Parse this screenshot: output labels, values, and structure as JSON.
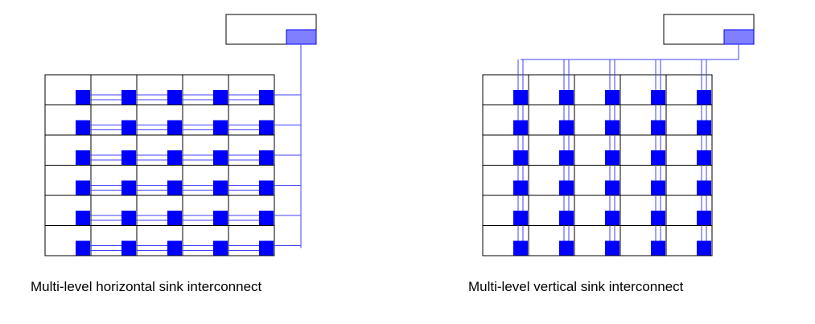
{
  "colors": {
    "cell_border": "#000000",
    "sink_block": "#0000ff",
    "source_tap": "#8080ff",
    "wire": "#4040ff",
    "background": "#ffffff"
  },
  "grid": {
    "rows": 6,
    "cols": 5
  },
  "diagrams": [
    {
      "id": "horizontal",
      "caption": "Multi-level horizontal sink interconnect"
    },
    {
      "id": "vertical",
      "caption": "Multi-level vertical sink interconnect"
    }
  ]
}
